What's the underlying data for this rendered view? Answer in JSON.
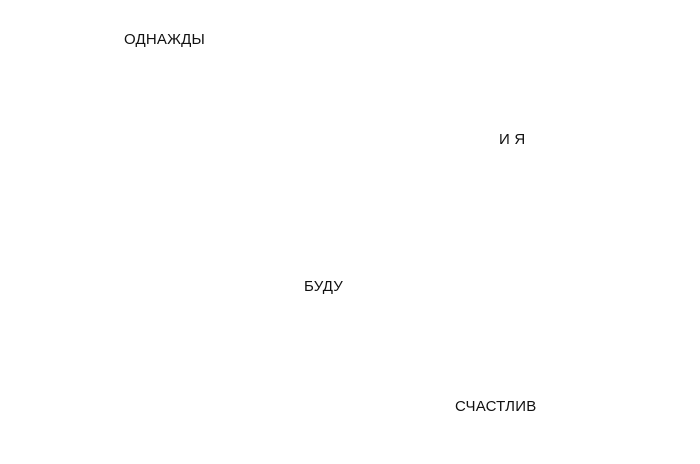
{
  "words": [
    "ОДНАЖДЫ",
    "И Я",
    "БУДУ",
    "СЧАСТЛИВ"
  ],
  "colors": {
    "background": "#ffffff",
    "text": "#111111"
  }
}
